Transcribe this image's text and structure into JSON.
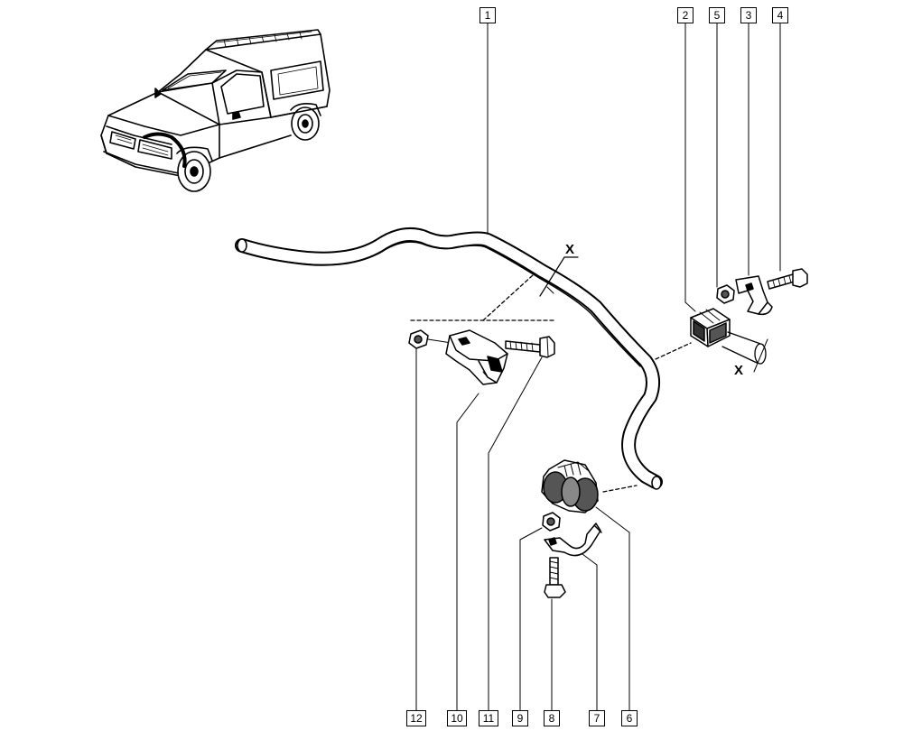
{
  "callouts": {
    "c1": "1",
    "c2": "2",
    "c3": "3",
    "c4": "4",
    "c5": "5",
    "c6": "6",
    "c7": "7",
    "c8": "8",
    "c9": "9",
    "c10": "10",
    "c11": "11",
    "c12": "12"
  },
  "section_marks": {
    "upper": "X",
    "lower": "X"
  },
  "colors": {
    "ink": "#000000",
    "paper": "#ffffff",
    "shade": "#555555"
  }
}
